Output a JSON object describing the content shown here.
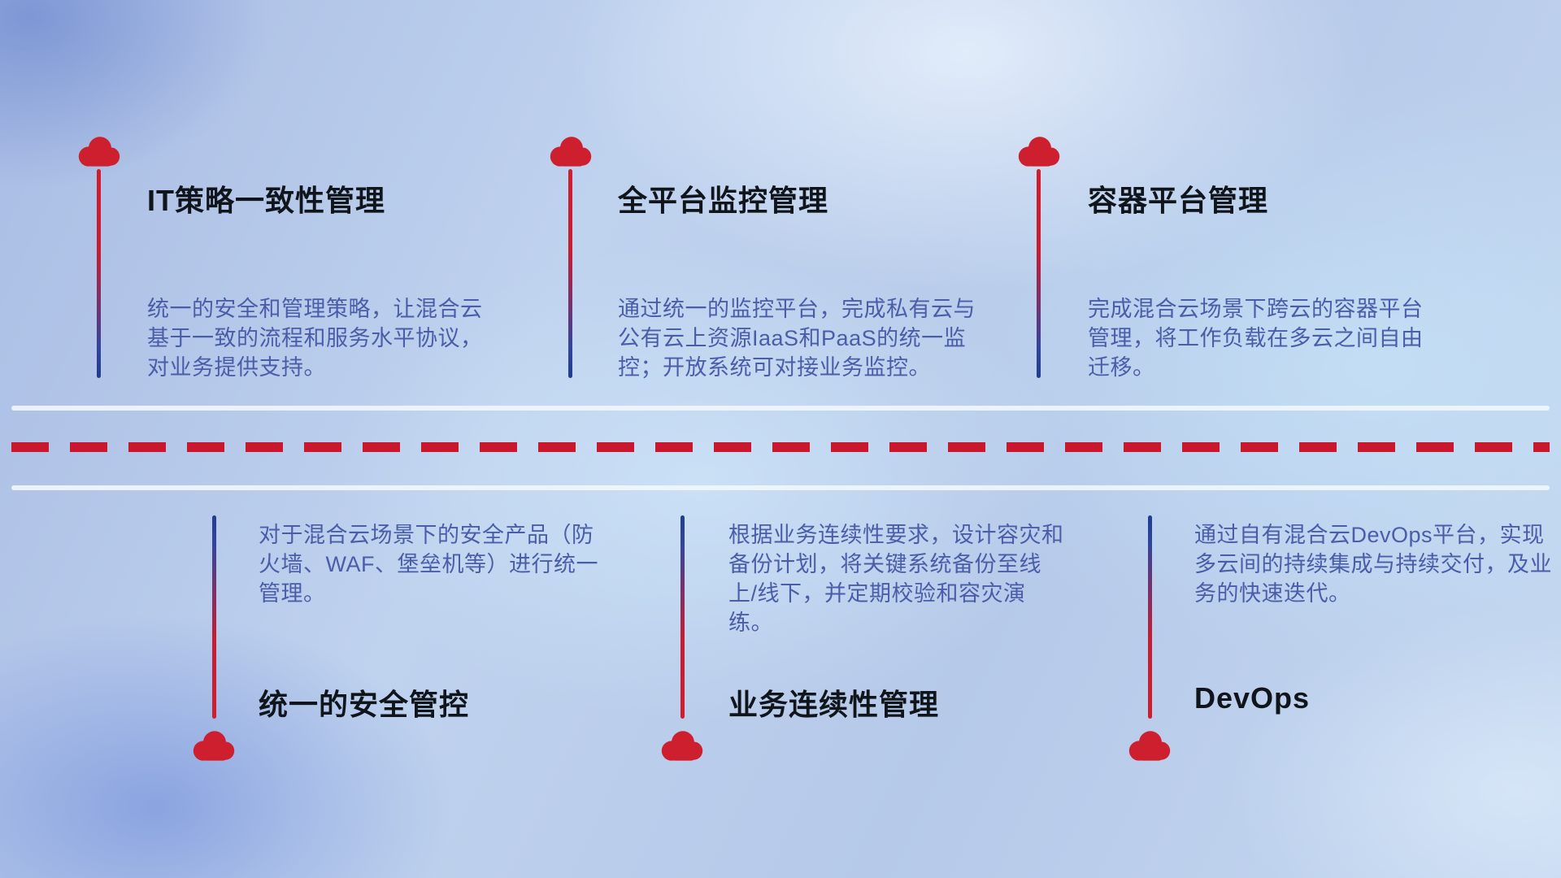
{
  "colors": {
    "accent_red": "#ce1f2e",
    "connector_blue": "#1f3e8f",
    "description_text": "#4a5da9",
    "title_text": "#10151c",
    "divider_solid": "#f0f5fb",
    "divider_dashed": "#c9182e"
  },
  "divider": {
    "style": "two solid light rules with red dashed center line"
  },
  "top_items": [
    {
      "icon": "cloud-icon",
      "title": "IT策略一致性管理",
      "description": "统一的安全和管理策略，让混合云基于一致的流程和服务水平协议，对业务提供支持。"
    },
    {
      "icon": "cloud-icon",
      "title": "全平台监控管理",
      "description": "通过统一的监控平台，完成私有云与公有云上资源IaaS和PaaS的统一监控；开放系统可对接业务监控。"
    },
    {
      "icon": "cloud-icon",
      "title": "容器平台管理",
      "description": "完成混合云场景下跨云的容器平台管理，将工作负载在多云之间自由迁移。"
    }
  ],
  "bottom_items": [
    {
      "icon": "cloud-icon",
      "title": "统一的安全管控",
      "description": "对于混合云场景下的安全产品（防火墙、WAF、堡垒机等）进行统一管理。"
    },
    {
      "icon": "cloud-icon",
      "title": "业务连续性管理",
      "description": "根据业务连续性要求，设计容灾和备份计划，将关键系统备份至线上/线下，并定期校验和容灾演练。"
    },
    {
      "icon": "cloud-icon",
      "title": "DevOps",
      "description": "通过自有混合云DevOps平台，实现多云间的持续集成与持续交付，及业务的快速迭代。"
    }
  ]
}
